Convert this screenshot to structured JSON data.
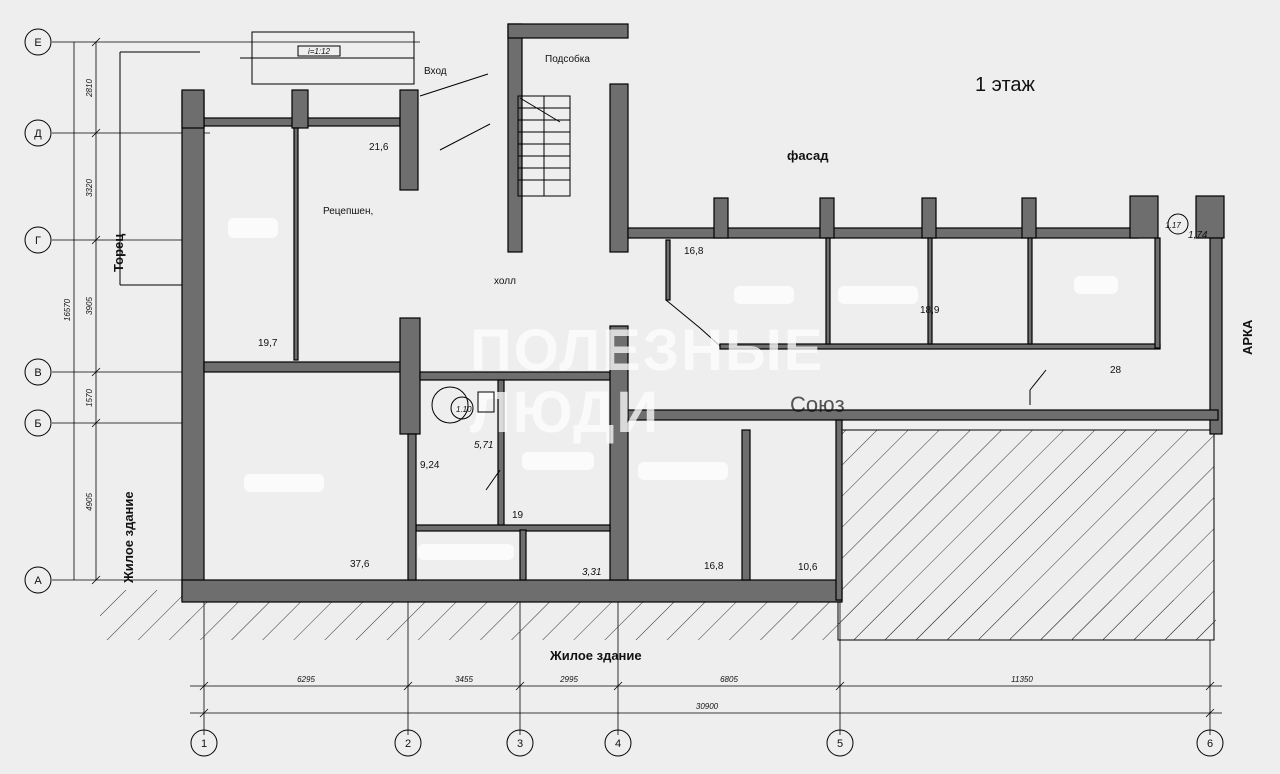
{
  "title": "1 этаж",
  "labels": {
    "vhod": "Вход",
    "podsobka": "Подсобка",
    "fasad": "фасад",
    "reception": "Рецепшен,",
    "holl": "холл",
    "torets": "Торец",
    "arka": "АРКА",
    "residential_bottom": "Жилое здание",
    "residential_left": "Жилое здание",
    "ramp": "i=1:12",
    "watermark_line1": "ПОЛЕЗНЫЕ",
    "watermark_line2": "ЛЮДИ",
    "watermark_small": "Союз"
  },
  "rooms": {
    "r216": "21,6",
    "r197": "19,7",
    "r376": "37,6",
    "r924": "9,24",
    "r571": "5,71",
    "r110": "1.10",
    "r19": "19",
    "r331": "3,31",
    "r168b": "16,8",
    "r106": "10,6",
    "r168a": "16,8",
    "r189": "18,9",
    "r28": "28",
    "r174": "1,74",
    "r117": "1.17"
  },
  "axes_rows": [
    "Е",
    "Д",
    "Г",
    "В",
    "Б",
    "А"
  ],
  "axes_cols": [
    "1",
    "2",
    "3",
    "4",
    "5",
    "6"
  ],
  "dims_vertical": [
    "2810",
    "3320",
    "3905",
    "1570",
    "4905",
    "16570"
  ],
  "dims_horizontal": [
    "6295",
    "3455",
    "2995",
    "6805",
    "11350",
    "30900"
  ]
}
